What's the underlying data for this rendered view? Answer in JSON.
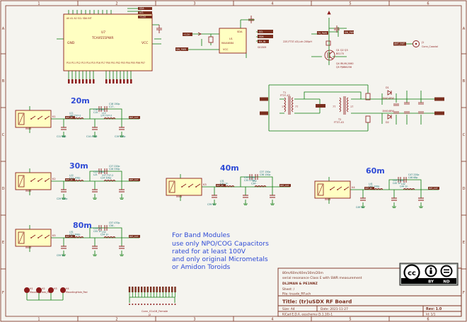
{
  "colors": {
    "paper": "#f5f4ef",
    "frame": "#7a2f1f",
    "wire": "#0a7a0a",
    "component": "#8b1a1a",
    "fill": "#ffffc2",
    "text": "#0d6b6b",
    "blue": "#2f4bd6",
    "label": "#8b1a1a"
  },
  "frame": {
    "cols": [
      "1",
      "2",
      "3",
      "4",
      "5",
      "6"
    ],
    "rows": [
      "A",
      "B",
      "C",
      "D",
      "E",
      "F"
    ]
  },
  "u7": {
    "ref": "U7",
    "value": "TCA9555PWR",
    "vcc": "VCC",
    "gnd": "GND"
  },
  "u1": {
    "ref": "U1",
    "value": "MAX4684",
    "vcc": "VCC",
    "ne_label": "SDA"
  },
  "u3": {
    "label": "SX1509"
  },
  "q": {
    "labels": [
      "Q1 Q2 Q3",
      "BS170",
      "Q4 IRLML2060",
      "Q5 PJ8B6256"
    ]
  },
  "l3": {
    "label": "22E,FT37-43,Ldn 200pH"
  },
  "j1": {
    "ref": "J1",
    "value": "Conn_Coaxial",
    "net": "ANT_OUT"
  },
  "t1": {
    "ref": "T1",
    "value": "FT37-43",
    "turns": [
      "1T",
      "7T"
    ]
  },
  "t2": {
    "ref": "T2",
    "value": "FT37-43",
    "turns": [
      "7T",
      "1T"
    ]
  },
  "d1": {
    "ref": "D1",
    "value": "1N4148W"
  },
  "d2": {
    "ref": "D2",
    "value": "1N4148W"
  },
  "bands": [
    {
      "name": "20m",
      "relay": "K1",
      "parts": [
        "C18 150p",
        "C17 -",
        "C16 470p",
        "C15 -",
        "L11",
        "L12",
        "18T,T37-2",
        "17T,T37-2",
        "C11 68p",
        "C14 470p",
        "C19 470p"
      ]
    },
    {
      "name": "30m",
      "relay": "K2",
      "parts": [
        "C27 220p",
        "C26 330p",
        "C25 330p",
        "L21",
        "L22",
        "21T,T37-2",
        "C21 100p",
        "C24 330p",
        "C29 330p"
      ]
    },
    {
      "name": "40m",
      "relay": "K3",
      "parts": [
        "C37 150p",
        "C36 150p",
        "C33 470p",
        "C35 470p",
        "L31",
        "L32",
        "C31 1n",
        "C34 -",
        "C39 1n"
      ]
    },
    {
      "name": "60m",
      "relay": "K4",
      "parts": [
        "C47 220p",
        "C46 68p",
        "C43 220p",
        "C45 1n",
        "L41",
        "L42",
        "C41 100p",
        "C44 1n",
        "C49 1n"
      ]
    },
    {
      "name": "80m",
      "relay": "K5",
      "parts": [
        "C57 470p",
        "C56 -",
        "C53 1n",
        "C55 1n",
        "L51",
        "L52",
        "C51 390p",
        "C54 1n",
        "C59 1n"
      ]
    }
  ],
  "nets": {
    "bpf_in": "BPF_IN",
    "bpf_out": "BPF_OUT",
    "sw_pwr": "SW_PWR",
    "tx_pwr": "TX_PWR",
    "ant_out": "ANT_OUT",
    "sda": "SDA",
    "scl": "SCL",
    "twelve_v": "+12V",
    "rx_in": "RX_IN"
  },
  "connectors": {
    "j2_ref": "J2",
    "j2_value": "Conn_01x16_Female",
    "mounting_holes": [
      "H1",
      "H2",
      "H3",
      "H4"
    ],
    "mounting_value": "MountingHole_Pad"
  },
  "note": {
    "lines": [
      "For Band Modules",
      "use only NPO/COG Capacitors",
      "rated for at least 100V",
      "and only original Micrometals",
      "or Amidon Toroids"
    ]
  },
  "title_block": {
    "desc1": "80m/60m/40m/30m/20m",
    "desc2": "serial resonance Class E with SWR measurement",
    "authors": "DL2MAN & PE1NNZ",
    "sheet": "Sheet: /",
    "file": "File: trusdx_RF.sch",
    "title": "Title: (tr)uSDX RF Board",
    "size": "Size: A4",
    "date": "Date: 2021-11-27",
    "rev": "Rev: 1.0",
    "kicad": "KiCad E.D.A.  eeschema (5.1.10)-1",
    "id": "Id: 1/1"
  },
  "license": {
    "cc": "cc",
    "by": "BY",
    "nd": "ND"
  }
}
